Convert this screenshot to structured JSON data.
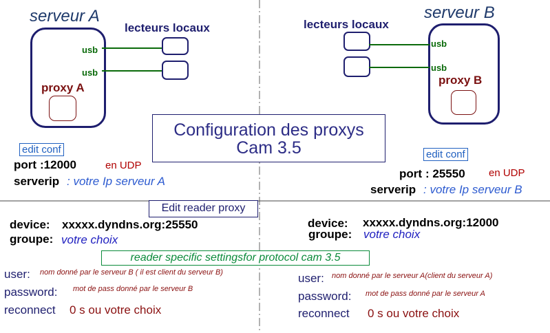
{
  "server_a": {
    "title": "serveur A",
    "lecteurs": "lecteurs locaux",
    "usb1": "usb",
    "usb2": "usb",
    "proxy": "proxy  A",
    "edit_conf": "edit conf",
    "port_key": "port",
    "port_val": " :12000",
    "port_proto": "en UDP",
    "serverip_key": "serverip",
    "serverip_val": ": votre Ip serveur A"
  },
  "server_b": {
    "title": "serveur B",
    "lecteurs": "lecteurs locaux",
    "usb1": "usb",
    "usb2": "usb",
    "proxy": "proxy  B",
    "edit_conf": "edit conf",
    "port_key": "port",
    "port_val": " :   25550",
    "port_proto": "en UDP",
    "serverip_key": "serverip",
    "serverip_val": ": votre Ip serveur B"
  },
  "title": {
    "line1": "Configuration des proxys",
    "line2": "Cam 3.5"
  },
  "edit_reader": "Edit reader proxy",
  "reader_left": {
    "device_key": "device:",
    "device_val": "xxxxx.dyndns.org:25550",
    "groupe_key": "groupe:",
    "groupe_val": "votre choix"
  },
  "reader_right": {
    "device_key": "device:",
    "device_val": "xxxxx.dyndns.org:12000",
    "groupe_key": "groupe:",
    "groupe_val": "votre choix"
  },
  "reader_specific": "reader specific settingsfor protocol cam 3.5",
  "specific_left": {
    "user_key": "user:",
    "user_val": "nom donné par le serveur B  ( il est client du serveur B)",
    "password_key": "password:",
    "password_val": "mot de pass donné par le serveur B",
    "reconnect_key": "reconnect",
    "reconnect_val": "0 s ou votre choix"
  },
  "specific_right": {
    "user_key": "user:",
    "user_val": "nom donné par le serveur A(client du serveur A)",
    "password_key": "password:",
    "password_val": "mot de pass donné par le serveur A",
    "reconnect_key": "reconnect",
    "reconnect_val": "0 s ou votre choix"
  },
  "colors": {
    "navy": "#1e1e6e",
    "green": "#0a6a0a",
    "dark_red": "#7a1010",
    "blue": "#2d5bd0"
  }
}
